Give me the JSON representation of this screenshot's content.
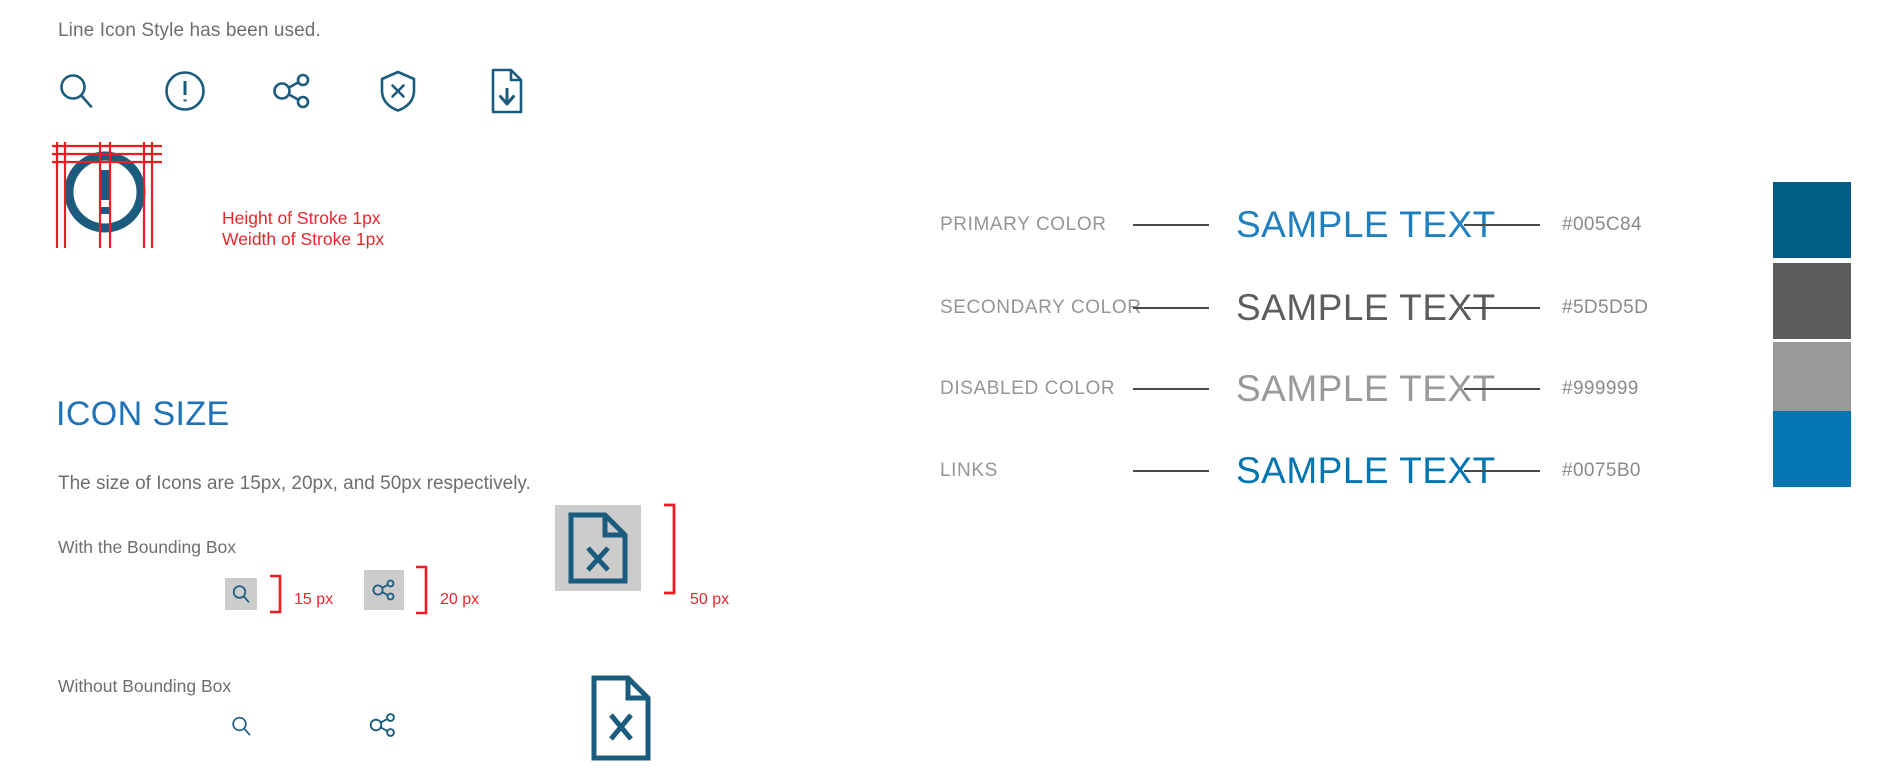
{
  "intro": {
    "note": "Line Icon Style has been used."
  },
  "icon_set": {
    "icons": [
      {
        "name": "search-icon",
        "label": "search"
      },
      {
        "name": "alert-circle-icon",
        "label": "alert"
      },
      {
        "name": "share-icon",
        "label": "share"
      },
      {
        "name": "shield-x-icon",
        "label": "shield-error"
      },
      {
        "name": "document-download-icon",
        "label": "download-document"
      }
    ]
  },
  "stroke_guide": {
    "icon": "alert-circle-icon",
    "lines": [
      "Height of Stroke 1px",
      "Weidth of Stroke 1px"
    ],
    "guide_color": "#ED1C24",
    "icon_color": "#1B5C7E"
  },
  "icon_size_section": {
    "title": "ICON SIZE",
    "subtitle": "The size of Icons are 15px, 20px, and 50px respectively.",
    "with_box_label": "With the Bounding Box",
    "without_box_label": "Without Bounding Box",
    "samples": [
      {
        "icon": "search-icon",
        "size_label": "15 px",
        "box": true
      },
      {
        "icon": "share-icon",
        "size_label": "20 px",
        "box": true
      },
      {
        "icon": "excel-document-icon",
        "size_label": "50 px",
        "box": true
      }
    ],
    "samples_no_box": [
      {
        "icon": "search-icon"
      },
      {
        "icon": "share-icon"
      },
      {
        "icon": "excel-document-icon"
      }
    ],
    "bounding_box_fill": "#CCCCCC",
    "bracket_color": "#ED1C24"
  },
  "color_table": {
    "rows": [
      {
        "name": "PRIMARY COLOR",
        "sample_text": "SAMPLE TEXT",
        "hex": "#005C84",
        "text_color": "#1f7fbf",
        "swatch_color": "#005C84"
      },
      {
        "name": "SECONDARY COLOR",
        "sample_text": "SAMPLE TEXT",
        "hex": "#5D5D5D",
        "text_color": "#5D5D5D",
        "swatch_color": "#5D5D5D"
      },
      {
        "name": "DISABLED COLOR",
        "sample_text": "SAMPLE TEXT",
        "hex": "#999999",
        "text_color": "#999999",
        "swatch_color": "#999999"
      },
      {
        "name": "LINKS",
        "sample_text": "SAMPLE TEXT",
        "hex": "#0075B0",
        "text_color": "#0075B0",
        "swatch_color": "#0075B0"
      }
    ]
  }
}
